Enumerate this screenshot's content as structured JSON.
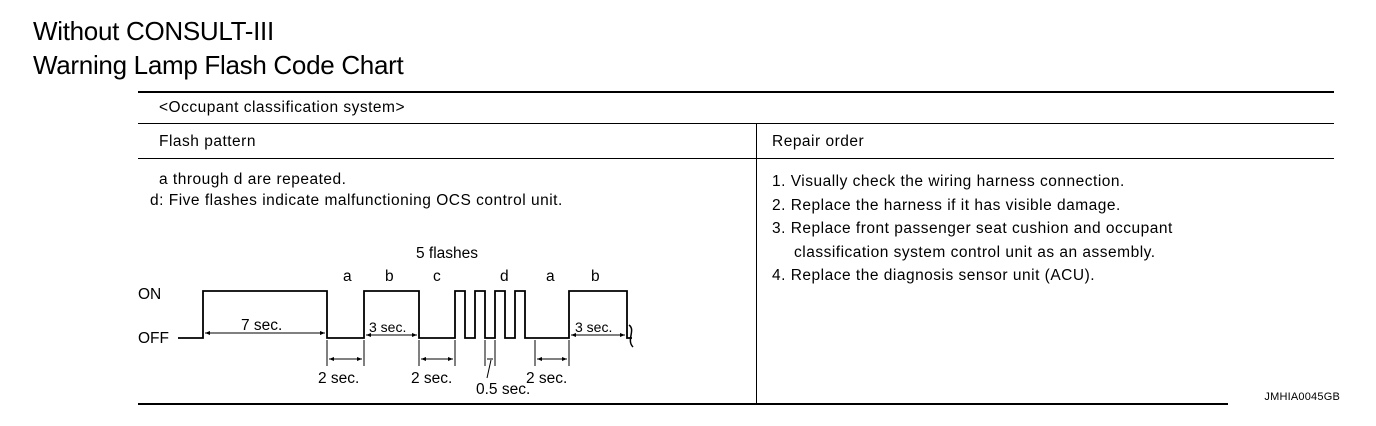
{
  "header": {
    "line1": "Without CONSULT-III",
    "line2": "Warning Lamp Flash Code Chart"
  },
  "table": {
    "caption": "<Occupant classification system>",
    "col_flash": "Flash pattern",
    "col_repair": "Repair order",
    "flash_note1": "a through d are repeated.",
    "flash_note2": "d: Five flashes indicate malfunctioning OCS control unit.",
    "repair_steps": [
      "1. Visually check the wiring harness connection.",
      "2. Replace the harness if it has visible damage.",
      "3. Replace front passenger seat cushion and occupant",
      "classification system control unit as an assembly.",
      "4. Replace the diagnosis sensor unit (ACU)."
    ]
  },
  "diagram": {
    "on_label": "ON",
    "off_label": "OFF",
    "five_flashes": "5 flashes",
    "seg_a": "a",
    "seg_b": "b",
    "seg_c": "c",
    "seg_d": "d",
    "seg_a2": "a",
    "seg_b2": "b",
    "dur_7": "7 sec.",
    "dur_3a": "3 sec.",
    "dur_3b": "3 sec.",
    "dur_2a": "2 sec.",
    "dur_2b": "2 sec.",
    "dur_2c": "2 sec.",
    "dur_05": "0.5 sec."
  },
  "figure_code": "JMHIA0045GB"
}
